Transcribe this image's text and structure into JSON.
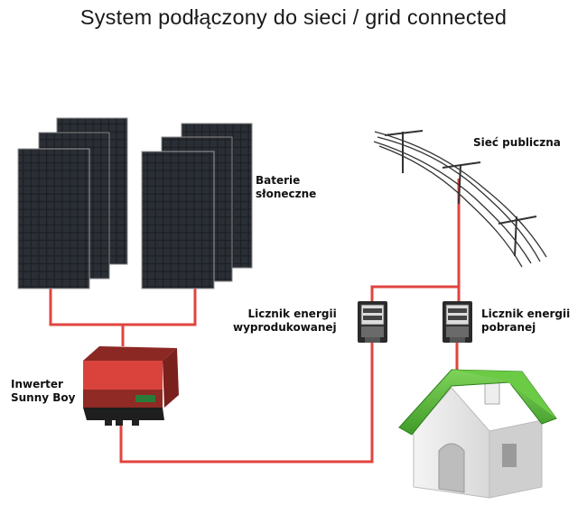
{
  "title": "System podłączony do sieci  /  grid connected",
  "labels": {
    "solar_panels": "Baterie\nsłoneczne",
    "public_grid": "Sieć publiczna",
    "production_meter": "Licznik energii\nwyprodukowanej",
    "consumption_meter": "Licznik energii\npobranej",
    "inverter": "Inwerter\nSunny Boy"
  },
  "colors": {
    "wire": "#e0443f",
    "inverter_body": "#d9433b",
    "roof": "#5fbf3a",
    "panel_cell": "#1e2126"
  }
}
